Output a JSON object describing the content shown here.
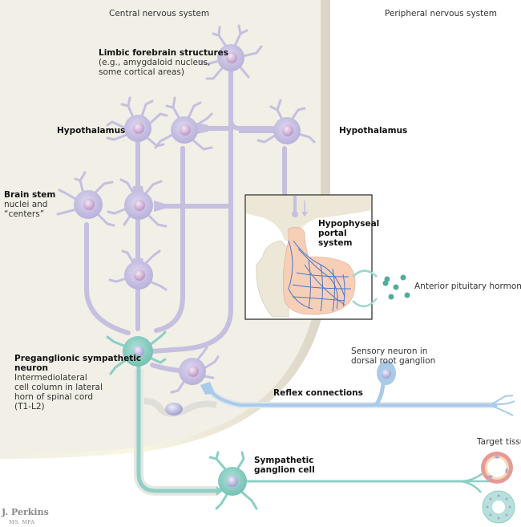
{
  "diagram": {
    "regions": {
      "central": "Central nervous system",
      "peripheral": "Peripheral nervous system"
    },
    "labels": {
      "limbic_title": "Limbic forebrain structures",
      "limbic_line1": "(e.g., amygdaloid nucleus,",
      "limbic_line2": "some cortical areas)",
      "hypothalamus_left": "Hypothalamus",
      "hypothalamus_right": "Hypothalamus",
      "brainstem_title": "Brain stem",
      "brainstem_line1": "nuclei and",
      "brainstem_line2": "“centers”",
      "portal_line1": "Hypophyseal",
      "portal_line2": "portal",
      "portal_line3": "system",
      "anterior_pituitary": "Anterior pituitary hormones",
      "pregang_title1": "Preganglionic sympathetic",
      "pregang_title2": "neuron",
      "pregang_line1": "Intermediolateral",
      "pregang_line2": "cell column in lateral",
      "pregang_line3": "horn of spinal cord",
      "pregang_line4": "(T1-L2)",
      "sensory_line1": "Sensory neuron in",
      "sensory_line2": "dorsal root ganglion",
      "reflex": "Reflex connections",
      "symp_line1": "Sympathetic",
      "symp_line2": "ganglion cell",
      "target": "Target tissue"
    },
    "signature": {
      "name": "J. Perkins",
      "credentials": "MS, MFA"
    },
    "colors": {
      "cns_background": "#f1efe6",
      "neuron_purple": "#c9c3e3",
      "neuron_teal": "#8ccfc4",
      "sensory_blue": "#a9cbe9",
      "pituitary_peach": "#f7cfb7",
      "capillary_blue": "#4a78c8",
      "hormone_green": "#4fae9a",
      "vessel_red": "#e59a96"
    }
  }
}
